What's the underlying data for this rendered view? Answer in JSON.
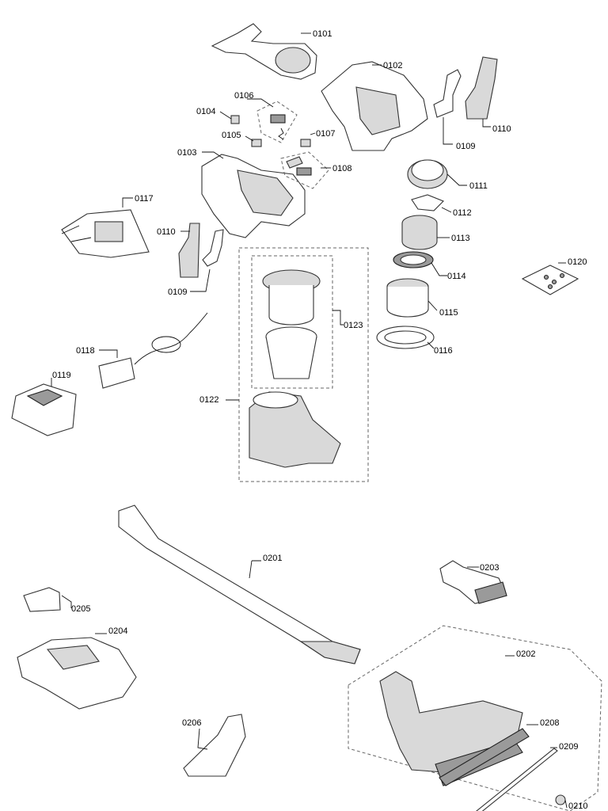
{
  "parts": [
    {
      "id": "0101"
    },
    {
      "id": "0102"
    },
    {
      "id": "0103"
    },
    {
      "id": "0104"
    },
    {
      "id": "0105"
    },
    {
      "id": "0106"
    },
    {
      "id": "0107"
    },
    {
      "id": "0108"
    },
    {
      "id": "0109"
    },
    {
      "id": "0110"
    },
    {
      "id": "0111"
    },
    {
      "id": "0112"
    },
    {
      "id": "0113"
    },
    {
      "id": "0114"
    },
    {
      "id": "0115"
    },
    {
      "id": "0116"
    },
    {
      "id": "0117"
    },
    {
      "id": "0118"
    },
    {
      "id": "0119"
    },
    {
      "id": "0120"
    },
    {
      "id": "0122"
    },
    {
      "id": "0123"
    },
    {
      "id": "0201"
    },
    {
      "id": "0202"
    },
    {
      "id": "0203"
    },
    {
      "id": "0204"
    },
    {
      "id": "0205"
    },
    {
      "id": "0206"
    },
    {
      "id": "0208"
    },
    {
      "id": "0209"
    },
    {
      "id": "0210"
    }
  ]
}
